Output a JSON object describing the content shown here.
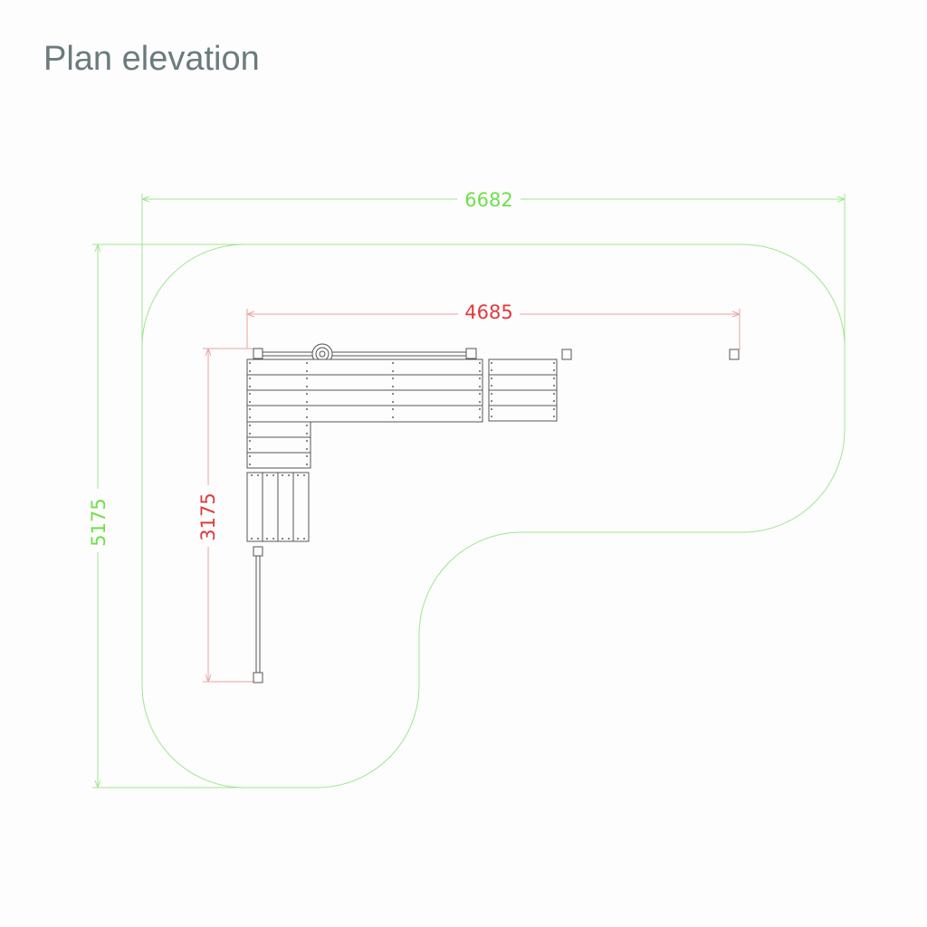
{
  "title": "Plan elevation",
  "dimensions": {
    "overall_width": "6682",
    "overall_depth": "5175",
    "equipment_width": "4685",
    "equipment_depth": "3175"
  },
  "colors": {
    "safety_zone": "#8be07a",
    "overall_dimension": "#6ee04a",
    "equipment_dimension": "#e0393b",
    "equipment": "#555555",
    "title": "#6b7b7d"
  }
}
